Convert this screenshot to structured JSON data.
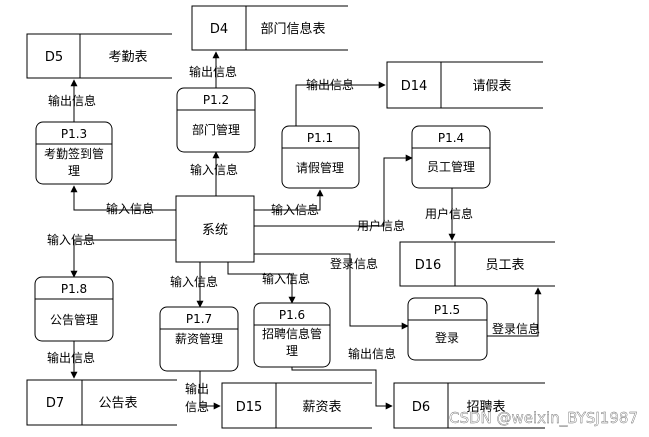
{
  "diagram": {
    "processes": [
      {
        "key": "p1_2",
        "id": "P1.2",
        "name": [
          "部门管理"
        ]
      },
      {
        "key": "p1_1",
        "id": "P1.1",
        "name": [
          "请假管理"
        ]
      },
      {
        "key": "p1_3",
        "id": "P1.3",
        "name": [
          "考勤签到管",
          "理"
        ]
      },
      {
        "key": "p1_4",
        "id": "P1.4",
        "name": [
          "员工管理"
        ]
      },
      {
        "key": "p1_8",
        "id": "P1.8",
        "name": [
          "公告管理"
        ]
      },
      {
        "key": "p1_7",
        "id": "P1.7",
        "name": [
          "薪资管理"
        ]
      },
      {
        "key": "p1_6",
        "id": "P1.6",
        "name": [
          "招聘信息管",
          "理"
        ]
      },
      {
        "key": "p1_5",
        "id": "P1.5",
        "name": [
          "登录"
        ]
      }
    ],
    "center": {
      "name": "系统"
    },
    "datastores": [
      {
        "key": "d4",
        "id": "D4",
        "name": "部门信息表"
      },
      {
        "key": "d5",
        "id": "D5",
        "name": "考勤表"
      },
      {
        "key": "d14",
        "id": "D14",
        "name": "请假表"
      },
      {
        "key": "d16",
        "id": "D16",
        "name": "员工表"
      },
      {
        "key": "d7",
        "id": "D7",
        "name": "公告表"
      },
      {
        "key": "d15",
        "id": "D15",
        "name": "薪资表"
      },
      {
        "key": "d6",
        "id": "D6",
        "name": "招聘表"
      }
    ],
    "labels": {
      "out_p12_d4": "输出信息",
      "out_p13_d5": "输出信息",
      "out_p11_d14": "输出信息",
      "in_sys_p12": "输入信息",
      "in_sys_p13": "输入信息",
      "in_sys_p11": "输入信息",
      "user_info_sys": "用户信息",
      "user_info_p14": "用户信息",
      "in_sys_p18": "输入信息",
      "login_info_sys": "登录信息",
      "in_sys_p17": "输入信息",
      "in_sys_p16": "输入信息",
      "login_info_p15": "登录信息",
      "out_p18_d7": "输出信息",
      "out_p17_d15_1": "输出",
      "out_p17_d15_2": "信息",
      "out_p16_d6": "输出信息"
    },
    "watermark": "CSDN @weixin_BYSJ1987"
  },
  "colors": {
    "line": "#000000",
    "box_fill": "#ffffff",
    "watermark": "#ffffff"
  }
}
